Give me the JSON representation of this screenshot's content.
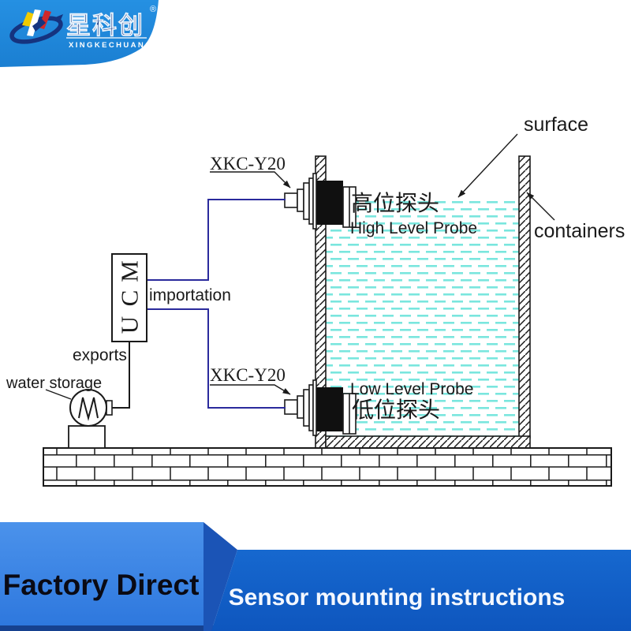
{
  "logo": {
    "brand_chinese": "星科创",
    "brand_latin": "XINGKECHUANG",
    "registered_mark": "®",
    "colors": {
      "banner_blue": "#1F87DB",
      "navy": "#15337F",
      "yellow": "#F0CB00",
      "red": "#D0282A"
    }
  },
  "diagram": {
    "sensor_label_top": "XKC-Y20",
    "sensor_label_bottom": "XKC-Y20",
    "high_probe_cn": "高位探头",
    "high_probe_en": "High Level Probe",
    "low_probe_en": "Low Level Probe",
    "low_probe_cn": "低位探头",
    "surface_label": "surface",
    "containers_label": "containers",
    "importation_label": "importation",
    "exports_label": "exports",
    "water_storage_label": "water storage",
    "mcu": {
      "letters": [
        "M",
        "C",
        "U"
      ]
    },
    "colors": {
      "wire_blue": "#2A2A9C",
      "water_cyan": "#7AE6DE",
      "line_black": "#1A1A1A"
    }
  },
  "footer": {
    "left_label": "Factory Direct",
    "right_label": "Sensor mounting instructions",
    "left_bg_top": "#4B92EB",
    "left_bg_bottom": "#2E78DE",
    "fold_bg": "#1B54B6",
    "right_bg_top": "#1668CF",
    "right_bg_bottom": "#0E56BE"
  }
}
